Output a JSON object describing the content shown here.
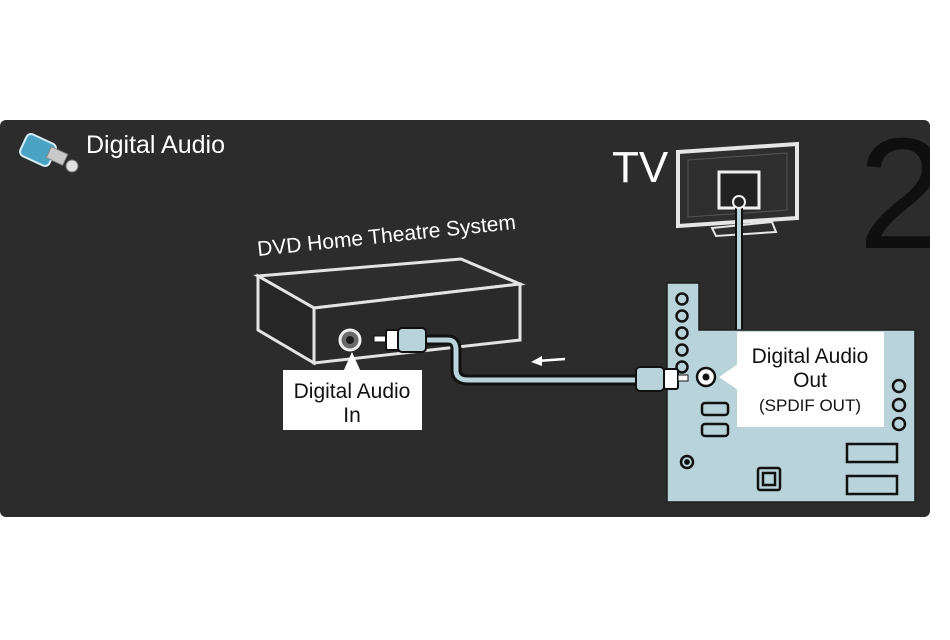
{
  "header": {
    "title": "Digital Audio"
  },
  "step_number": "2",
  "tv": {
    "label": "TV"
  },
  "home_theatre": {
    "label": "DVD Home Theatre System"
  },
  "callout_in": {
    "line1": "Digital Audio",
    "line2": "In"
  },
  "callout_out": {
    "line1": "Digital Audio",
    "line2": "Out",
    "line3": "(SPDIF OUT)"
  },
  "colors": {
    "background": "#2c2c2c",
    "tv_panel": "#b9d3da",
    "cable": "#b9d3da",
    "outline": "#111111",
    "callout": "#ffffff"
  },
  "icons": {
    "header": "digital-audio-plug-icon",
    "signal_direction": "left-arrow-icon"
  }
}
